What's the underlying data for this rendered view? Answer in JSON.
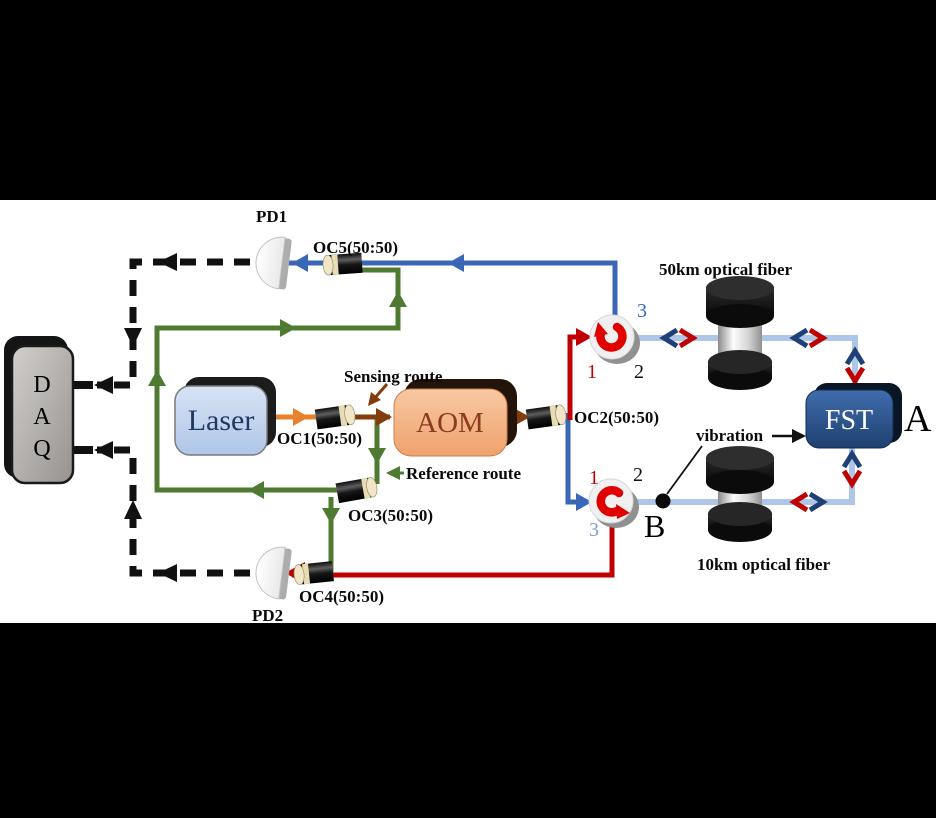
{
  "colors": {
    "background": "#000000",
    "panel": "#ffffff",
    "blue_line": "#3a66b8",
    "pale_blue_line": "#aec6e8",
    "green_line": "#4e7b31",
    "red_line": "#c00000",
    "orange_line": "#e8812e",
    "brown_line": "#843c0c",
    "sensing_text": "#7f6000",
    "reference_text": "#4e7b31",
    "dashed_line": "#111111",
    "laser_fill": "#bdd2ec",
    "aom_fill": "#f5b183",
    "fst_fill": "#2d5391",
    "daq_fill": "#b3b0ad",
    "circulator_arrow": "#e10000"
  },
  "daq": {
    "letters": [
      "D",
      "A",
      "Q"
    ]
  },
  "devices": {
    "laser": "Laser",
    "aom": "AOM",
    "fst": "FST"
  },
  "detectors": {
    "pd1": "PD1",
    "pd2": "PD2"
  },
  "couplers": {
    "oc1": "OC1(50:50)",
    "oc2": "OC2(50:50)",
    "oc3": "OC3(50:50)",
    "oc4": "OC4(50:50)",
    "oc5": "OC5(50:50)"
  },
  "routes": {
    "sensing": "Sensing route",
    "reference": "Reference route"
  },
  "fibers": {
    "fiber_50km": "50km optical fiber",
    "fiber_10km": "10km optical fiber"
  },
  "points": {
    "a": "A",
    "b": "B",
    "vibration": "vibration"
  },
  "circulator1": {
    "port1": "1",
    "port2": "2",
    "port3": "3"
  },
  "circulator2": {
    "port1": "1",
    "port2": "2",
    "port3": "3"
  }
}
